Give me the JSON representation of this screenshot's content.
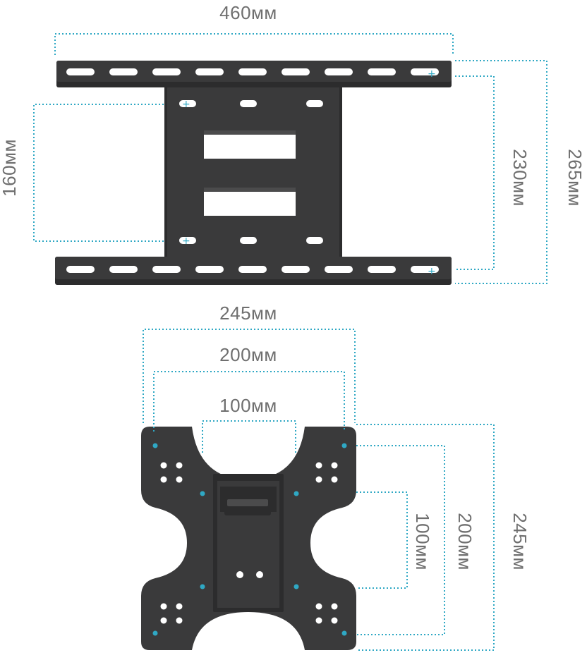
{
  "colors": {
    "dimension_line": "#2fa8c4",
    "metal": "#3a3a3b",
    "label_text": "#6f6f6f",
    "background": "#ffffff"
  },
  "large_plate": {
    "width_label": "460мм",
    "height_inner_label": "230мм",
    "height_outer_label": "265мм",
    "plate_hole_spacing_label": "160мм"
  },
  "small_plate": {
    "outer_width_label": "245мм",
    "middle_width_label": "200мм",
    "inner_width_label": "100мм",
    "inner_height_label": "100мм",
    "middle_height_label": "200мм",
    "outer_height_label": "245мм"
  }
}
